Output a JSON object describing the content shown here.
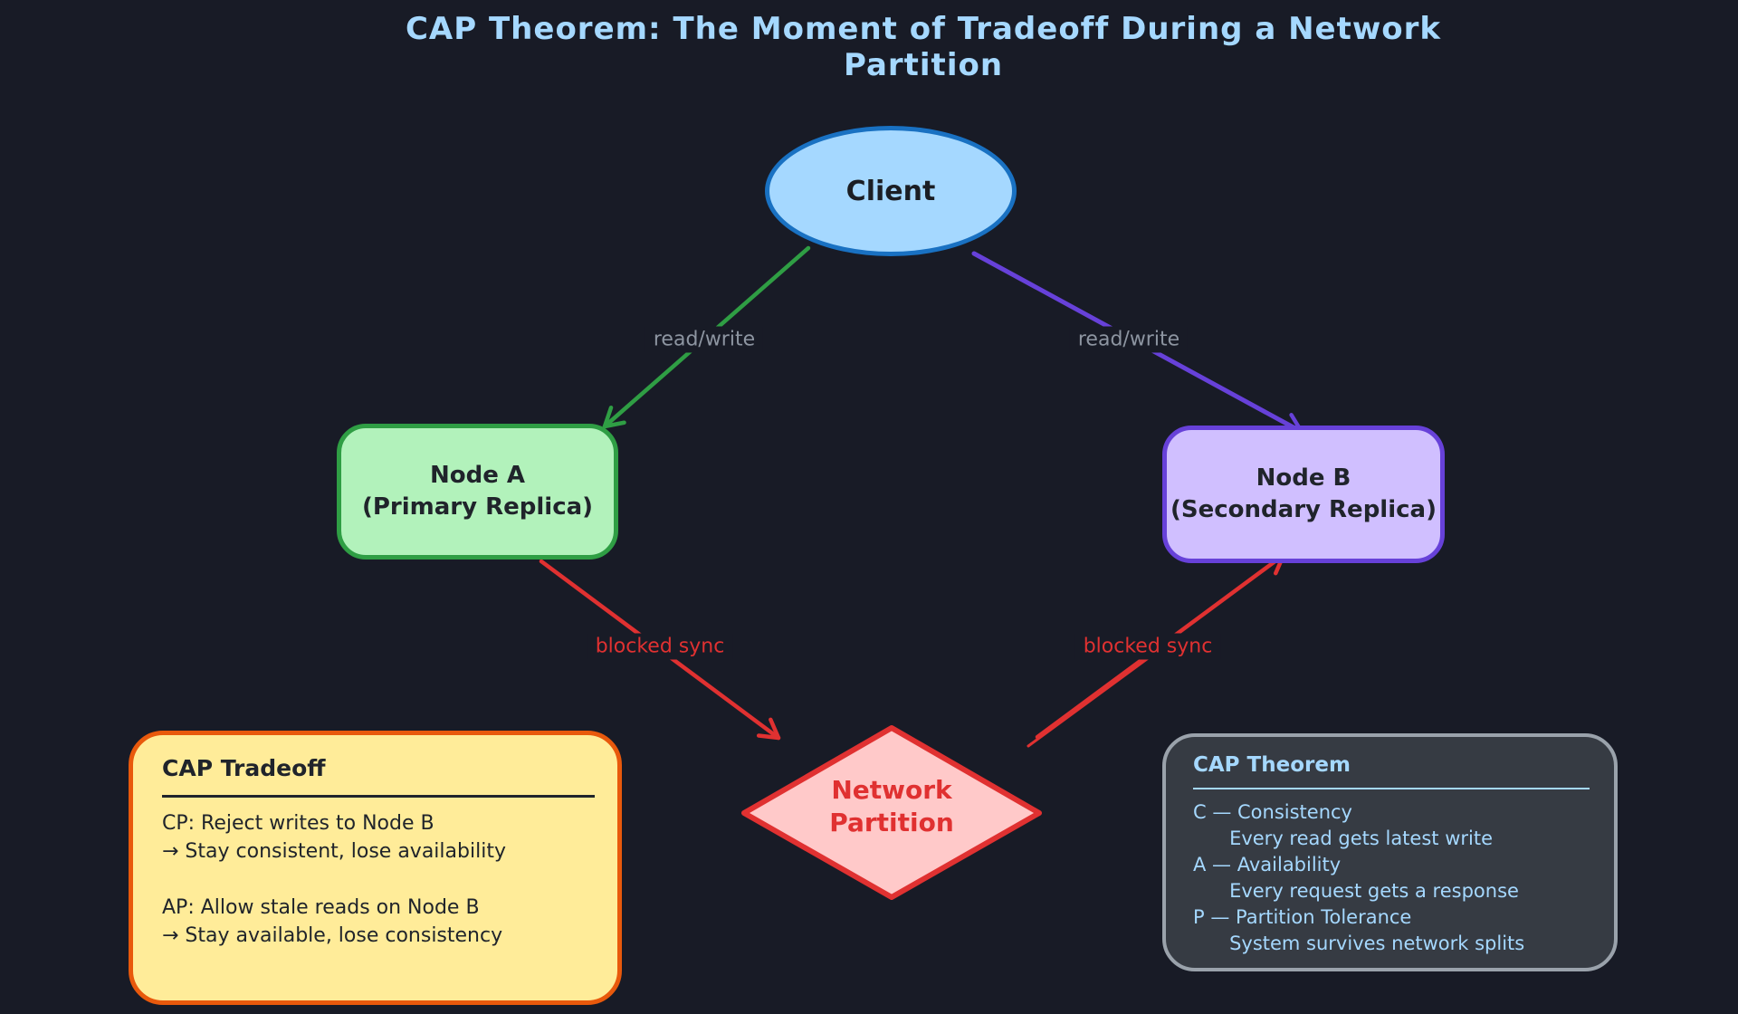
{
  "title": "CAP Theorem: The Moment of Tradeoff During a Network Partition",
  "nodes": {
    "client": {
      "label": "Client",
      "fill": "#a5d8ff",
      "border": "#1971c2"
    },
    "node_a": {
      "label": "Node A\n(Primary Replica)",
      "fill": "#b2f2bb",
      "border": "#2f9e44"
    },
    "node_b": {
      "label": "Node B\n(Secondary Replica)",
      "fill": "#d0bfff",
      "border": "#6741d9"
    },
    "partition": {
      "label": "Network\nPartition",
      "fill": "#ffc9c9",
      "border": "#e03131"
    }
  },
  "edges": {
    "client_to_node_a": {
      "label": "read/write",
      "color": "#2f9e44",
      "label_color": "#8d95a1"
    },
    "client_to_node_b": {
      "label": "read/write",
      "color": "#6741d9",
      "label_color": "#8d95a1"
    },
    "node_a_to_partition": {
      "label": "blocked sync",
      "color": "#e03131",
      "label_color": "#e03131"
    },
    "partition_to_node_b": {
      "label": "blocked sync",
      "color": "#e03131",
      "label_color": "#e03131"
    }
  },
  "cards": {
    "tradeoff": {
      "title": "CAP Tradeoff",
      "lines": [
        "CP: Reject writes to Node B",
        "→ Stay consistent, lose availability",
        "",
        "AP: Allow stale reads on Node B",
        "→ Stay available, lose consistency"
      ],
      "fill": "#ffec99",
      "border": "#e8590c",
      "text_color": "#20242b"
    },
    "theorem": {
      "title": "CAP Theorem",
      "lines": [
        "C — Consistency",
        "      Every read gets latest write",
        "A — Availability",
        "      Every request gets a response",
        "P — Partition Tolerance",
        "      System survives network splits"
      ],
      "fill": "#363b43",
      "border": "#9aa2ab",
      "text_color": "#a5d8ff"
    }
  },
  "colors": {
    "background": "#181b26",
    "title_text": "#a5d8ff"
  }
}
